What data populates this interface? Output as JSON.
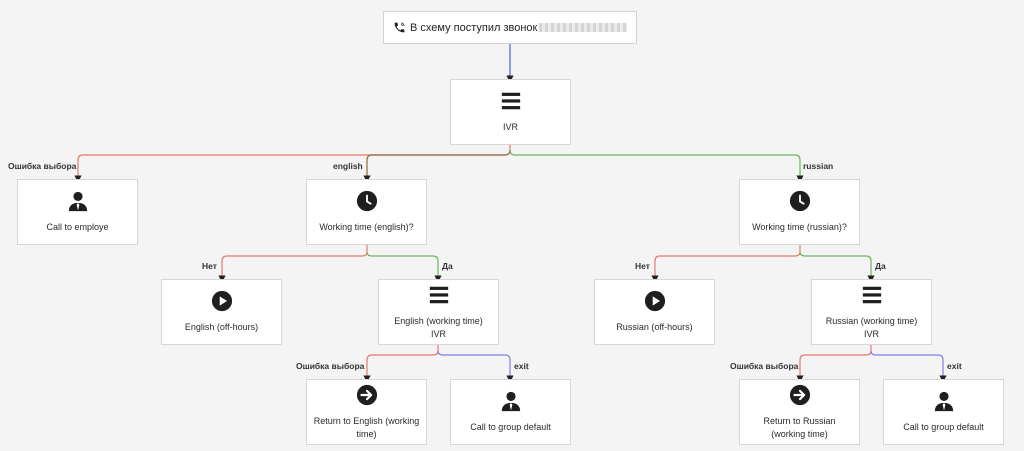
{
  "colors": {
    "error": "#e8786e",
    "yes": "#6cb65a",
    "exit": "#7f7fe3",
    "main": "#4b62d8",
    "dark": "#8a6d3b",
    "icon": "#1f1f1f"
  },
  "start": {
    "text": "В схему поступил звонок",
    "masked_number": "",
    "icon": "phone-icon"
  },
  "nodes": {
    "ivr": {
      "label": "IVR",
      "icon": "menu-icon"
    },
    "call_employee": {
      "label": "Call to employe",
      "icon": "person-icon"
    },
    "work_en": {
      "label": "Working time (english)?",
      "icon": "clock-icon"
    },
    "work_ru": {
      "label": "Working time (russian)?",
      "icon": "clock-icon"
    },
    "en_off": {
      "label": "English (off-hours)",
      "icon": "play-icon"
    },
    "en_ivr": {
      "label": "English (working time)\nIVR",
      "icon": "menu-icon"
    },
    "ru_off": {
      "label": "Russian (off-hours)",
      "icon": "play-icon"
    },
    "ru_ivr": {
      "label": "Russian (working time)\nIVR",
      "icon": "menu-icon"
    },
    "en_return": {
      "label": "Return to  English (working\ntime)",
      "icon": "arrow-right-icon"
    },
    "en_group": {
      "label": "Call to group default",
      "icon": "person-icon"
    },
    "ru_return": {
      "label": "Return to Russian\n(working time)",
      "icon": "arrow-right-icon"
    },
    "ru_group": {
      "label": "Call to group default",
      "icon": "person-icon"
    }
  },
  "edge_labels": {
    "error1": "Ошибка выбора",
    "english": "english",
    "russian": "russian",
    "en_no": "Нет",
    "en_yes": "Да",
    "ru_no": "Нет",
    "ru_yes": "Да",
    "en_error": "Ошибка выбора",
    "en_exit": "exit",
    "ru_error": "Ошибка выбора",
    "ru_exit": "exit"
  }
}
